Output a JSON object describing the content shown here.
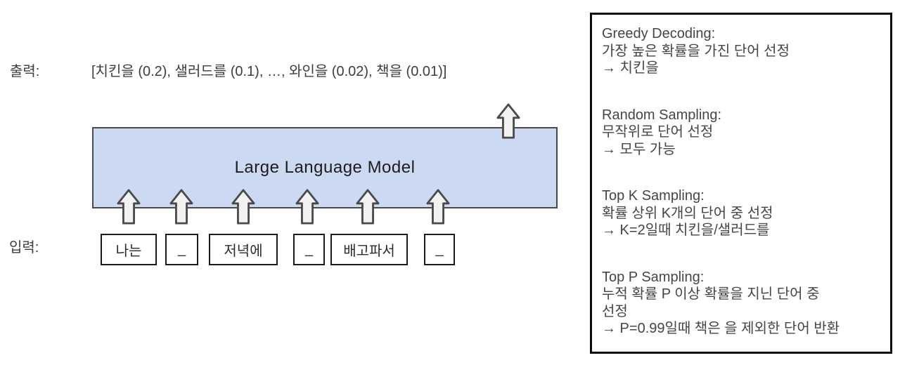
{
  "colors": {
    "model_box_fill": "#ccd9f3",
    "model_box_border": "#4a4a4a",
    "arrow_fill": "#f2f2f2",
    "arrow_border": "#4a4a4a",
    "token_box_border": "#1a1a1a",
    "panel_border": "#0d0d0d",
    "panel_text": "#454545",
    "text": "#3d3d3d"
  },
  "diagram": {
    "output_label": "출력:",
    "output_text": "[치킨을 (0.2), 샐러드를 (0.1), …, 와인을 (0.02), 책을 (0.01)]",
    "model_box_label": "Large Language Model",
    "input_label": "입력:",
    "input_tokens": [
      "나는",
      "_",
      "저녁에",
      "_",
      "배고파서",
      "_"
    ],
    "arrow_icon": "up-arrow-icon"
  },
  "panel": {
    "sections": [
      {
        "title": "Greedy Decoding:",
        "lines": [
          "가장 높은 확률을 가진 단어 선정",
          "→ 치킨을"
        ]
      },
      {
        "title": "Random Sampling:",
        "lines": [
          "무작위로 단어 선정",
          "→ 모두 가능"
        ]
      },
      {
        "title": "Top K Sampling:",
        "lines": [
          "확률 상위 K개의 단어 중 선정",
          "→ K=2일때 치킨을/샐러드를"
        ]
      },
      {
        "title": "Top P Sampling:",
        "lines": [
          "누적 확률 P 이상 확률을 지닌 단어 중",
          "선정",
          "→ P=0.99일때 책은 을 제외한 단어 반환"
        ]
      }
    ]
  }
}
